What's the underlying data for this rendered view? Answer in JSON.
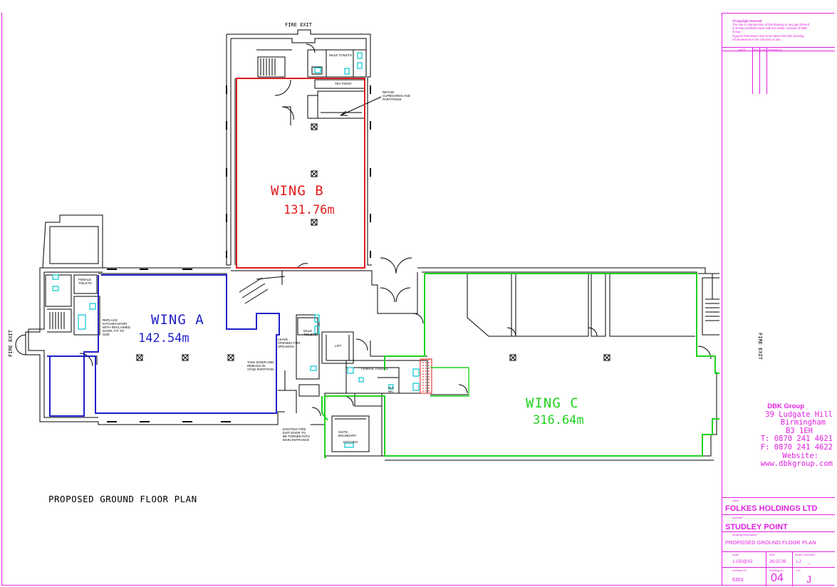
{
  "drawing": {
    "title": "PROPOSED GROUND FLOOR PLAN",
    "wings": [
      {
        "name": "WING A",
        "area": "142.54m",
        "color": "#1f1fc8"
      },
      {
        "name": "WING B",
        "area": "131.76m",
        "color": "#e01a1a"
      },
      {
        "name": "WING C",
        "area": "316.64m",
        "color": "#1fd21f"
      }
    ],
    "labels": {
      "fire_exit_top": "FIRE EXIT",
      "fire_exit_left": "FIRE EXIT",
      "fire_exit_right": "FIRE EXIT",
      "male_toilets_top": "MALE TOILETS",
      "tea_point": "TEA POINT",
      "retain_note": [
        "RETAIN",
        "CUPBOARDS AND",
        "PARTITIONS"
      ],
      "female_toilets_left": [
        "FEMALE",
        "TOILETS"
      ],
      "replace_kitchen_note": [
        "REPLACE",
        "KITCHEN DOOR",
        "WITH RECLAIMED",
        "DOOR, FIT TO",
        "SIZE"
      ],
      "leave_opening_note": [
        "LEAVE",
        "OPENING FOR",
        "SPEAKING"
      ],
      "take_down_note": [
        "TAKE DOWN AND",
        "REBUILD IN",
        "STUD PARTITION"
      ],
      "male_toilets_mid": [
        "MALE",
        "TOILETS"
      ],
      "lift": "LIFT",
      "female_toilets_mid": "FEMALE TOILETS",
      "dis_wc": [
        "DIS",
        "WC"
      ],
      "suite_boundary": [
        "SUITE",
        "BOUNDARY"
      ],
      "kitchen": "KITCHEN",
      "existing_fire_exit_note": [
        "EXISTING FIRE",
        "EXIT DOOR TO",
        "BE TURNED INTO",
        "MAIN ENTRANCE"
      ]
    }
  },
  "title_block": {
    "copyright_heading": "©Copyright reserved",
    "copyright_lines": [
      "The use or reproduction of this drawing or any part thereof",
      "is strictly prohibited save with the written consent of DBK",
      "Group",
      "Figured dimensions only to be taken from this drawing.",
      "All dimensions to be checked on site."
    ],
    "revision_headers": [
      "DATE",
      "REV.",
      "CHK.",
      "REMARKS"
    ],
    "company": {
      "name": "DBK Group",
      "address_lines": [
        "39 Ludgate Hill",
        "Birmingham",
        "B3 1EH"
      ],
      "tel": "T: 0870 241 4621",
      "fax": "F: 0870 241 4622",
      "website_label": "Website:",
      "website": "www.dbkgroup.com"
    },
    "client_label": "client",
    "client": "FOLKES HOLDINGS LTD",
    "contract_label": "contract",
    "contract": "STUDLEY POINT",
    "description_label": "drawing description",
    "description": "PROPOSED GROUND FLOOR PLAN",
    "scale_label": "scale",
    "scale": "1:150@A3",
    "date_label": "date",
    "date": "26.02.09",
    "drawn_label": "drawn /checked",
    "drawn": "LJ",
    "checked": "_",
    "contract_no_label": "contract no.",
    "contract_no": "6353",
    "drawing_no_label": "drawing no.",
    "drawing_no": "04",
    "rev_label": "rev.",
    "rev": "J",
    "accent_color": "#e020e0"
  }
}
